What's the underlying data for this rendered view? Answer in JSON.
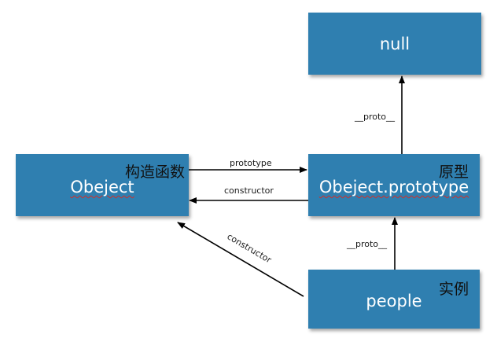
{
  "colors": {
    "node_fill": "#2f7fb0",
    "node_text": "#ffffff",
    "edge": "#000000"
  },
  "nodes": {
    "object": {
      "label": "Obeject",
      "tag": "构造函数"
    },
    "object_prototype": {
      "label": "Obeject.prototype",
      "tag": "原型"
    },
    "null": {
      "label": "null"
    },
    "people": {
      "label": "people",
      "tag": "实例"
    }
  },
  "edges": {
    "prototype": {
      "label": "prototype"
    },
    "constructor_top": {
      "label": "constructor"
    },
    "proto_to_null": {
      "label": "__proto__"
    },
    "proto_people": {
      "label": "__proto__"
    },
    "constructor_people": {
      "label": "constructor"
    }
  }
}
